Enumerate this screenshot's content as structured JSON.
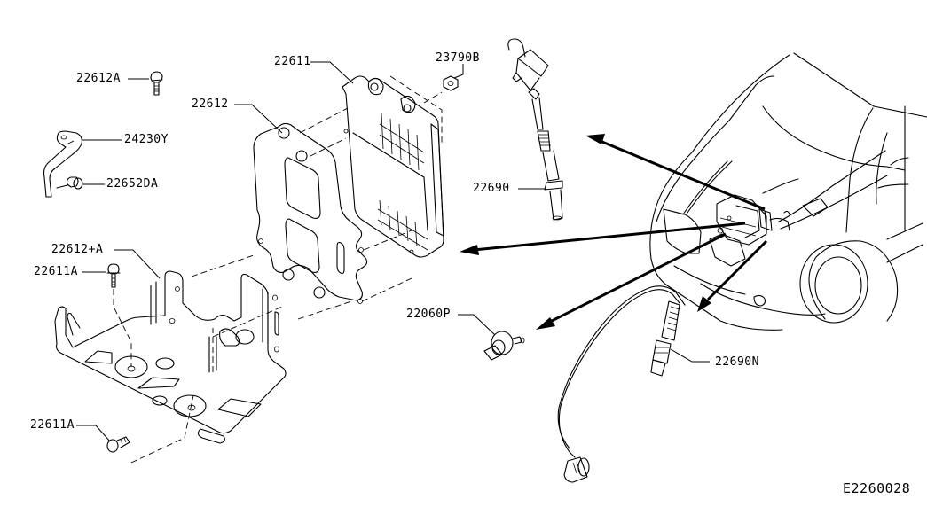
{
  "diagram": {
    "title": "Engine control module & sensors exploded parts view",
    "figure_id": "E2260028",
    "colors": {
      "ink": "#000000",
      "background": "#ffffff"
    },
    "parts": [
      {
        "id": "p1",
        "label": "22612A",
        "name": "bolt"
      },
      {
        "id": "p2",
        "label": "24230Y",
        "name": "bracket-clip"
      },
      {
        "id": "p3",
        "label": "22652DA",
        "name": "grommet-bolt"
      },
      {
        "id": "p4",
        "label": "22612",
        "name": "ecm-bracket"
      },
      {
        "id": "p5",
        "label": "22611",
        "name": "engine-control-module"
      },
      {
        "id": "p6",
        "label": "23790B",
        "name": "nut"
      },
      {
        "id": "p7",
        "label": "22690",
        "name": "air-fuel-ratio-sensor"
      },
      {
        "id": "p8",
        "label": "22612+A",
        "name": "ecm-base-bracket"
      },
      {
        "id": "p9",
        "label": "22611A",
        "name": "bolt-upper"
      },
      {
        "id": "p10",
        "label": "22611A",
        "name": "bolt-lower"
      },
      {
        "id": "p11",
        "label": "22060P",
        "name": "knock-sensor"
      },
      {
        "id": "p12",
        "label": "22690N",
        "name": "heated-oxygen-sensor"
      }
    ]
  }
}
